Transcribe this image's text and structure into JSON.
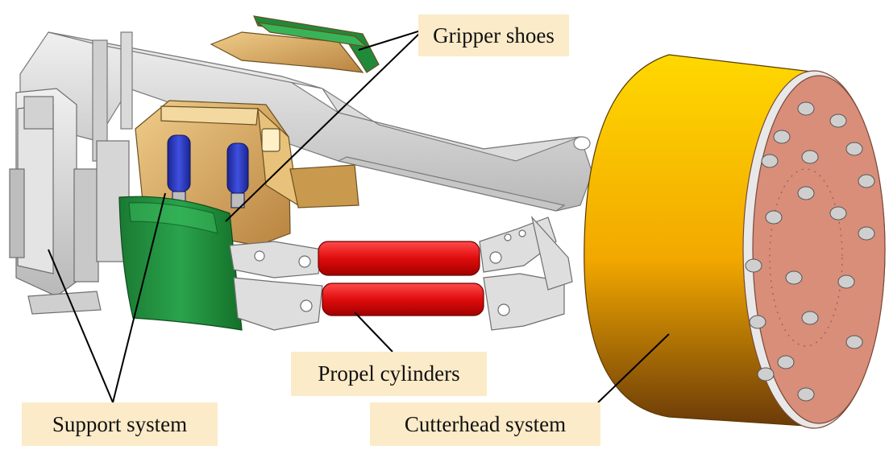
{
  "labels": {
    "gripper_shoes": "Gripper shoes",
    "propel_cylinders": "Propel cylinders",
    "support_system": "Support system",
    "cutterhead_system": "Cutterhead system"
  },
  "colors": {
    "label_background": "#fcebc8",
    "frame_gray": "#d4d4d4",
    "gripper_green": "#1f8a3a",
    "gripper_body_tan": "#d8a860",
    "inner_cylinder_blue": "#2a36b8",
    "propel_red": "#e01010",
    "cutterhead_yellow": "#f5c000",
    "cutter_face_pink": "#d98e7a"
  }
}
